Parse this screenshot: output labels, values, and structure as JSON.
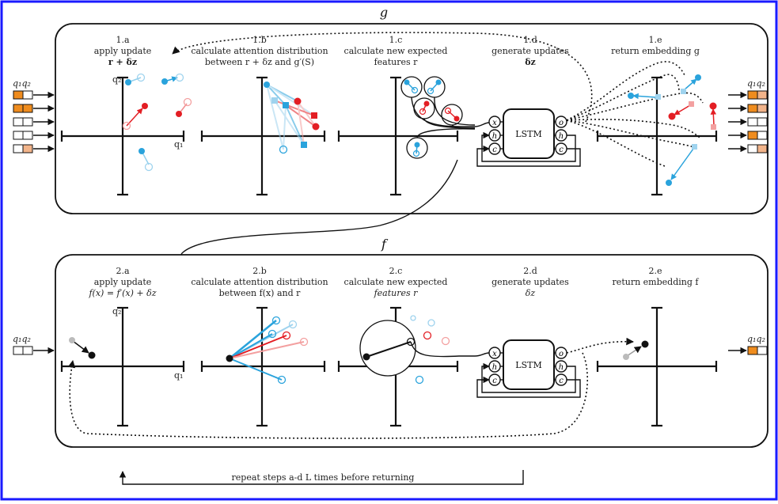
{
  "diagram": {
    "g_title": "g",
    "f_title": "f",
    "io_label": "q₁q₂",
    "axis_labels": {
      "y": "q₂",
      "x": "q₁"
    },
    "lstm": {
      "label": "LSTM",
      "inputs": [
        "x",
        "h",
        "c"
      ],
      "outputs": [
        "o",
        "h",
        "c"
      ]
    },
    "g_steps": [
      {
        "id": "1.a",
        "line1": "apply update",
        "line2": "r + δz",
        "line2_bold": true
      },
      {
        "id": "1.b",
        "line1": "calculate attention distribution",
        "line2": "between r + δz and g′(S)",
        "line2_bold": false
      },
      {
        "id": "1.c",
        "line1": "calculate new expected",
        "line2": "features r",
        "line2_bold": false
      },
      {
        "id": "1.d",
        "line1": "generate updates",
        "line2": "δz",
        "line2_bold": true
      },
      {
        "id": "1.e",
        "line1": "return embedding g",
        "line2": "",
        "line2_bold": false
      }
    ],
    "f_steps": [
      {
        "id": "2.a",
        "line1": "apply update",
        "line2": "f(x) = f′(x) + δz",
        "line2_bold": false
      },
      {
        "id": "2.b",
        "line1": "calculate attention distribution",
        "line2": "between f(x) and r",
        "line2_bold": false
      },
      {
        "id": "2.c",
        "line1": "calculate new expected",
        "line2": "features r",
        "line2_bold": false
      },
      {
        "id": "2.d",
        "line1": "generate updates",
        "line2": "δz",
        "line2_bold": false
      },
      {
        "id": "2.e",
        "line1": "return embedding f",
        "line2": "",
        "line2_bold": false
      }
    ],
    "footer": "repeat steps a-d L times before returning",
    "colors": {
      "blue": "#2aa3dc",
      "red": "#e31e24",
      "orange": "#ef8c1e",
      "peach": "#f2b48a",
      "border": "#1a1aff"
    }
  }
}
